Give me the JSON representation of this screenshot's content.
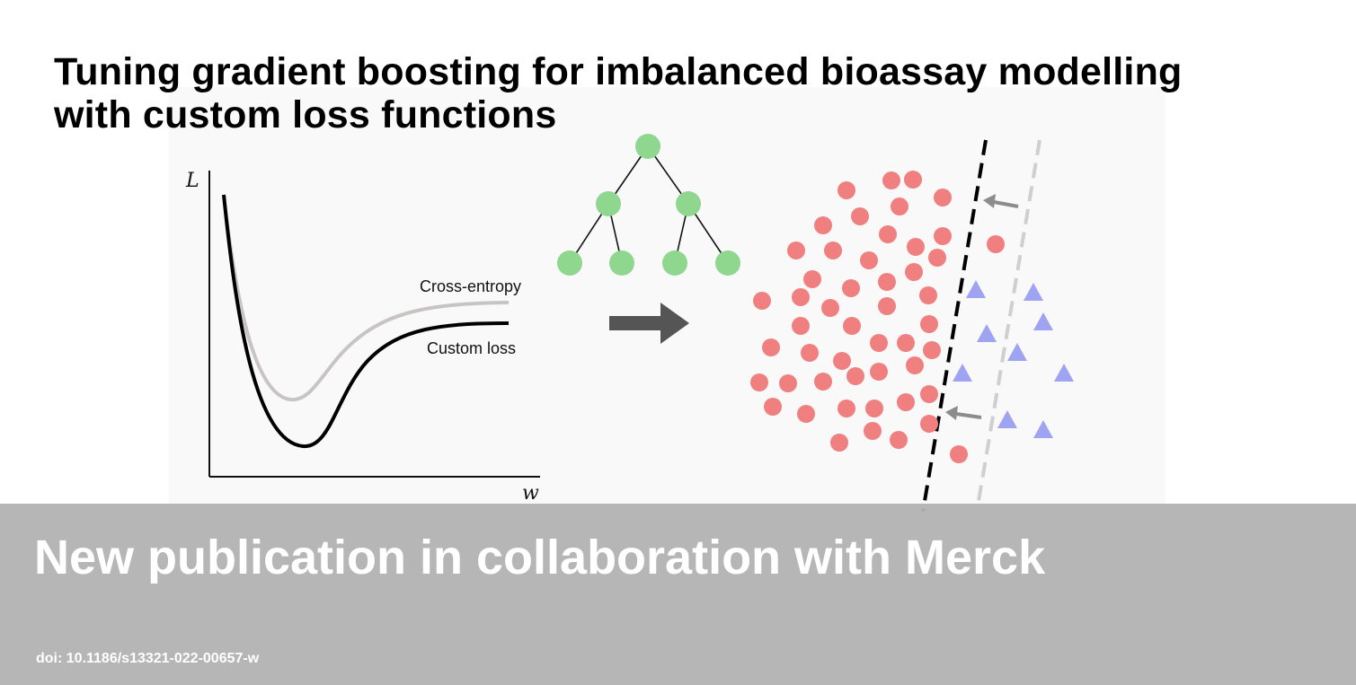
{
  "title": {
    "line1": "Tuning gradient boosting for imbalanced bioassay modelling",
    "line2": "with custom loss functions"
  },
  "figure": {
    "y_axis_label": "L",
    "x_axis_label": "w",
    "curves": {
      "cross_entropy": "Cross-entropy",
      "custom_loss": "Custom loss"
    },
    "colors": {
      "cross_entropy": "#c9c4c4",
      "custom_loss": "#000000",
      "tree_node": "#8fd68f",
      "circle_class": "#f08080",
      "triangle_class": "#9ea4f2",
      "arrow": "#555555"
    }
  },
  "banner": {
    "headline": "New publication in collaboration with Merck",
    "doi": "doi: 10.1186/s13321-022-00657-w"
  }
}
